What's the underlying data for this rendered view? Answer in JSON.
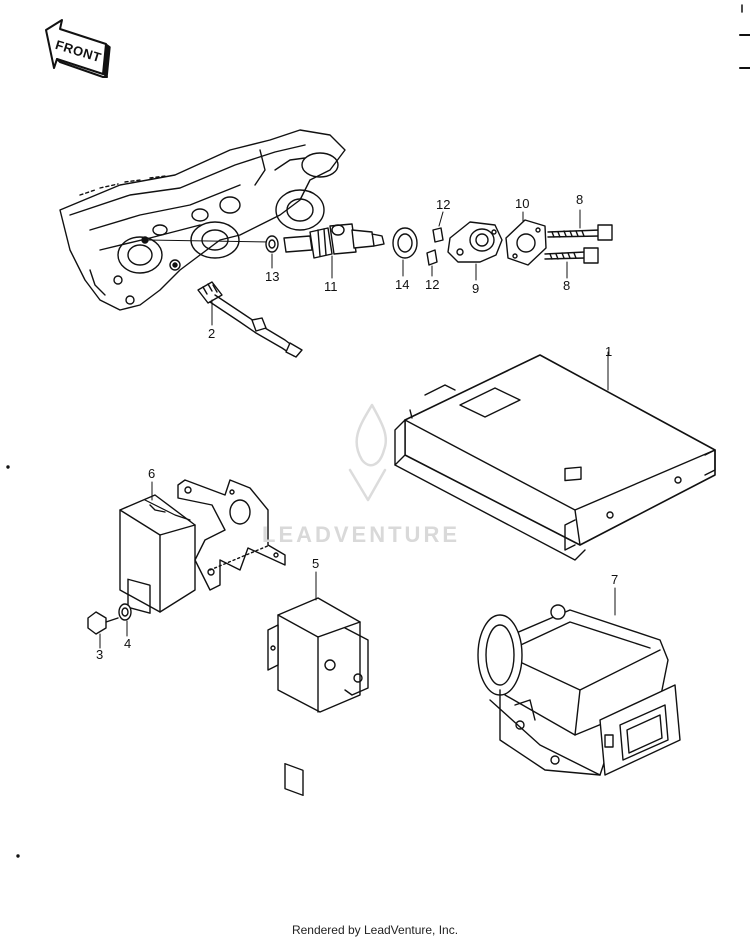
{
  "front_label": "FRONT",
  "watermark": "LEADVENTURE",
  "footer": "Rendered by LeadVenture, Inc.",
  "callouts": {
    "c1": "1",
    "c2": "2",
    "c3": "3",
    "c4": "4",
    "c5": "5",
    "c6": "6",
    "c7": "7",
    "c8a": "8",
    "c8b": "8",
    "c9": "9",
    "c10": "10",
    "c11": "11",
    "c12a": "12",
    "c12b": "12",
    "c13": "13",
    "c14": "14"
  }
}
